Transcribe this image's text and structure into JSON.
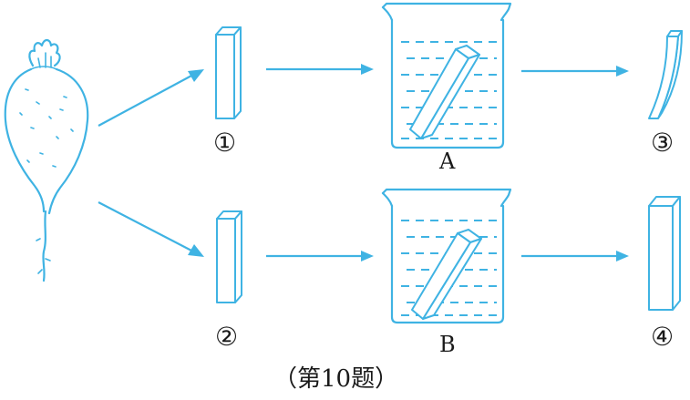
{
  "labels": {
    "sample_1": "①",
    "sample_2": "②",
    "sample_3": "③",
    "sample_4": "④",
    "beaker_a": "A",
    "beaker_b": "B"
  },
  "caption": "（第10题）",
  "colors": {
    "line": "#3fb3e3",
    "text": "#1a1a1a"
  },
  "icons": {
    "radish": "radish-icon",
    "strip": "radish-strip-icon",
    "beaker": "beaker-icon",
    "arrow": "arrow-icon"
  }
}
